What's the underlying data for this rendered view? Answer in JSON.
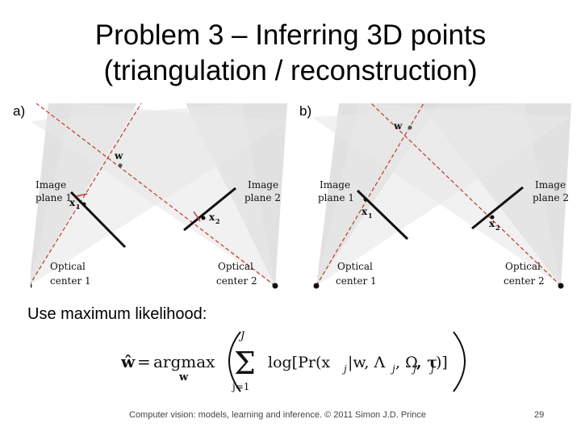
{
  "slide": {
    "title_line1": "Problem 3 – Inferring 3D points",
    "title_line2": "(triangulation / reconstruction)",
    "subhead": "Use maximum likelihood:",
    "footer": "Computer vision: models, learning and inference.  © 2011 Simon J.D. Prince",
    "page_number": "29"
  },
  "panels": {
    "a": {
      "label": "a)",
      "point_w": "w",
      "image_plane_1": [
        "Image",
        "plane 1"
      ],
      "image_plane_2": [
        "Image",
        "plane 2"
      ],
      "x1": "x",
      "x1_sub": "1",
      "x2": "x",
      "x2_sub": "2",
      "optical_center_1": [
        "Optical",
        "center 1"
      ],
      "optical_center_2": [
        "Optical",
        "center 2"
      ]
    },
    "b": {
      "label": "b)",
      "point_w": "w",
      "image_plane_1": [
        "Image",
        "plane 1"
      ],
      "image_plane_2": [
        "Image",
        "plane 2"
      ],
      "x1": "x",
      "x1_sub": "1",
      "x2": "x",
      "x2_sub": "2",
      "optical_center_1": [
        "Optical",
        "center 1"
      ],
      "optical_center_2": [
        "Optical",
        "center 2"
      ]
    }
  },
  "equation": {
    "lhs": "ŵ",
    "equals": "=",
    "argmax": "argmax",
    "argmax_sub": "w",
    "sum": "Σ",
    "sum_top": "J",
    "sum_bottom": "j=1",
    "body": "log[Pr(x",
    "body_sub": "j",
    "params": "|w, Λ",
    "p_sub1": "j",
    "omega": ", Ω",
    "p_sub2": "j",
    "tau": ", τ",
    "p_sub3": "j",
    "close": ")]"
  },
  "colors": {
    "ray": "#c0392b",
    "frustum": "#d9d9d9",
    "plane": "#111111"
  }
}
